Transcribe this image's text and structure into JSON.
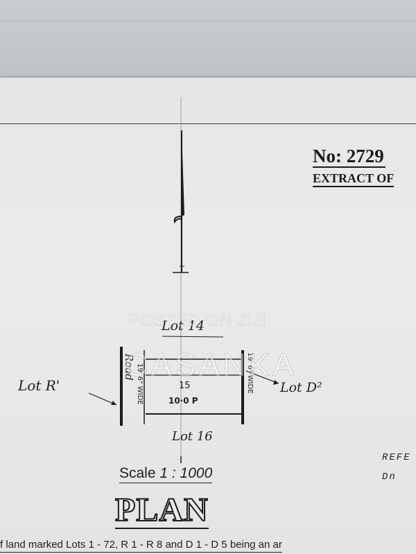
{
  "document": {
    "number": "No: 2729",
    "subtitle": "EXTRACT OF",
    "scale_prefix": "Scale ",
    "scale_value": "1 : 1000",
    "plan_title": "PLAN",
    "bottom_text": "f  land marked Lots 1 - 72, R 1 - R 8  and  D 1 - D 5  being an ar",
    "ref_text": "REFE",
    "dn_text": "Dn"
  },
  "survey": {
    "lot_north": "Lot 14",
    "lot_west": "Lot R'",
    "lot_east": "Lot D²",
    "lot_south": "Lot 16",
    "lot_number": "15",
    "lot_area": "10·0 P",
    "road_label": "Road",
    "road_width_left": "19' 6\" WIDE",
    "road_width_right": "19' 6\" WIDE"
  },
  "watermark": {
    "line1": "POSTED ON JIJI",
    "line2": "CASANKA"
  },
  "colors": {
    "ink": "#1b1b1b",
    "paper": "#e8eaea",
    "background": "#9ea3a6"
  },
  "icons": {
    "north_arrow": "north-arrow-icon"
  }
}
